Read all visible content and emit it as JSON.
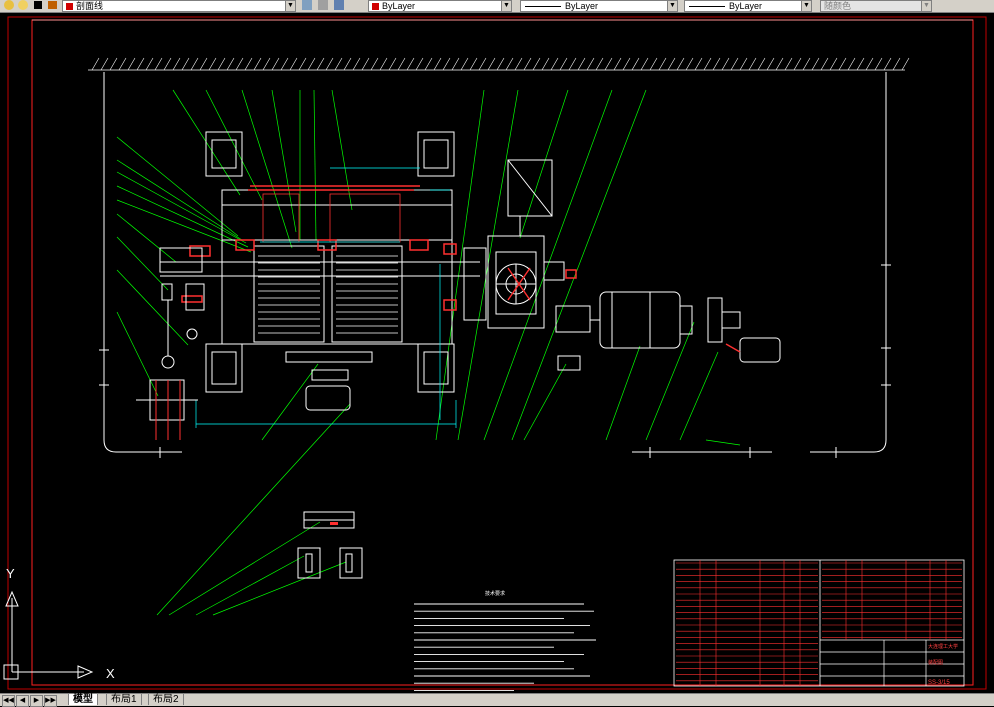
{
  "toolbar": {
    "layer_name": "剖面线",
    "color_value": "ByLayer",
    "linetype_value": "ByLayer",
    "lineweight_value": "ByLayer",
    "plotstyle_value": "随颜色"
  },
  "drawing": {
    "notes_title": "技术要求",
    "drawing_no": "SS-3/15",
    "company": "大连理工大学",
    "title_block_label": "装配图"
  },
  "ucs": {
    "x_label": "X",
    "y_label": "Y"
  },
  "tabs": {
    "model": "模型",
    "layout1": "布局1",
    "layout2": "布局2"
  },
  "nav": {
    "first": "◀◀",
    "prev": "◀",
    "next": "▶",
    "last": "▶▶"
  },
  "colors": {
    "background": "#000000",
    "frame_red": "#c00000",
    "drawing_white": "#ffffff",
    "leader_green": "#00ff00",
    "hatch_red": "#ff3030",
    "dim_cyan": "#00ffff"
  }
}
